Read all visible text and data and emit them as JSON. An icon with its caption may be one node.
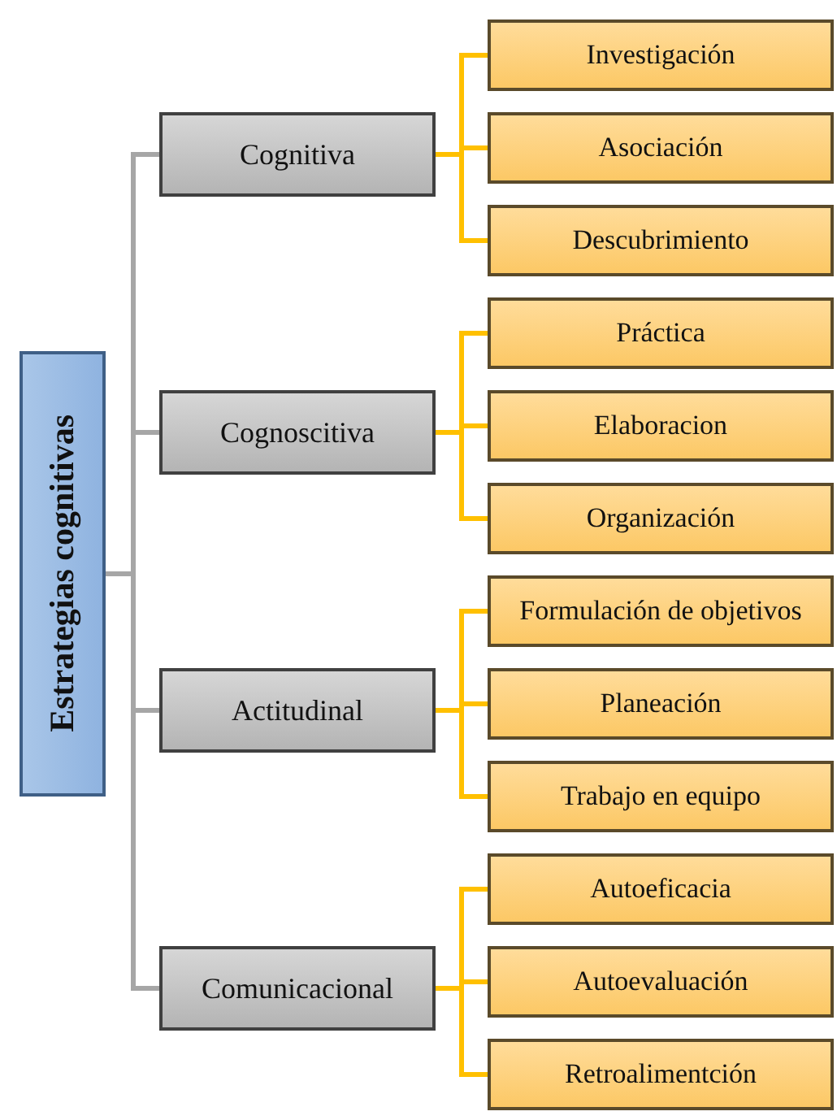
{
  "diagram": {
    "nodes": [
      {
        "text": [
          "Estrategias cognitivas"
        ]
      },
      {
        "text": [
          "Cognitiva"
        ]
      },
      {
        "text": [
          "Investigación"
        ]
      },
      {
        "text": [
          "Asociación"
        ]
      },
      {
        "text": [
          "Descubrimiento"
        ]
      },
      {
        "text": [
          "Cognoscitiva"
        ]
      },
      {
        "text": [
          "Práctica"
        ]
      },
      {
        "text": [
          "Elaboracion"
        ]
      },
      {
        "text": [
          "Organización"
        ]
      },
      {
        "text": [
          "Actitudinal"
        ]
      },
      {
        "text": [
          "Formulación de objetivos"
        ]
      },
      {
        "text": [
          "Planeación"
        ]
      },
      {
        "text": [
          "Trabajo en equipo"
        ]
      },
      {
        "text": [
          "Comunicacional"
        ]
      },
      {
        "text": [
          "Autoeficacia"
        ]
      },
      {
        "text": [
          "Autoevaluación"
        ]
      },
      {
        "text": [
          "Retroalimentción"
        ]
      }
    ],
    "edges": [
      {
        "from": 0,
        "to": 1,
        "arrow": "none",
        "color": "#a6a6a6"
      },
      {
        "from": 0,
        "to": 5,
        "arrow": "none",
        "color": "#a6a6a6"
      },
      {
        "from": 0,
        "to": 9,
        "arrow": "none",
        "color": "#a6a6a6"
      },
      {
        "from": 0,
        "to": 13,
        "arrow": "none",
        "color": "#a6a6a6"
      },
      {
        "from": 1,
        "to": 2,
        "arrow": "none"
      },
      {
        "from": 1,
        "to": 3,
        "arrow": "none"
      },
      {
        "from": 1,
        "to": 4,
        "arrow": "none"
      },
      {
        "from": 5,
        "to": 6,
        "arrow": "none"
      },
      {
        "from": 5,
        "to": 7,
        "arrow": "none"
      },
      {
        "from": 5,
        "to": 8,
        "arrow": "none"
      },
      {
        "from": 9,
        "to": 10,
        "arrow": "none"
      },
      {
        "from": 9,
        "to": 11,
        "arrow": "none"
      },
      {
        "from": 9,
        "to": 12,
        "arrow": "none"
      },
      {
        "from": 13,
        "to": 14,
        "arrow": "none"
      },
      {
        "from": 13,
        "to": 15,
        "arrow": "none"
      },
      {
        "from": 13,
        "to": 16,
        "arrow": "none"
      }
    ]
  }
}
